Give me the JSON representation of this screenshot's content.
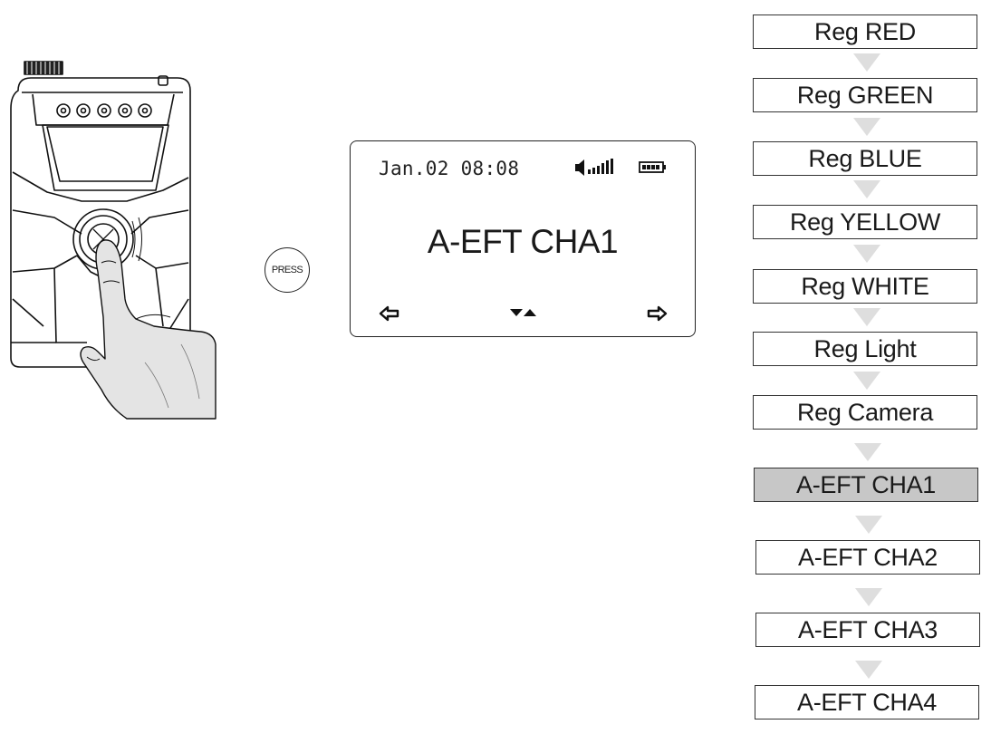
{
  "press_label": "PRESS",
  "lcd": {
    "clock": "Jan.02 08:08",
    "channel": "A-EFT CHA1",
    "icons": [
      "speaker-volume-icon",
      "battery-icon",
      "left-arrow-icon",
      "down-up-arrows-icon",
      "right-arrow-icon"
    ]
  },
  "menu": {
    "items": [
      {
        "label": "Reg RED"
      },
      {
        "label": "Reg GREEN"
      },
      {
        "label": "Reg BLUE"
      },
      {
        "label": "Reg YELLOW"
      },
      {
        "label": "Reg WHITE"
      },
      {
        "label": "Reg Light"
      },
      {
        "label": "Reg Camera"
      },
      {
        "label": "A-EFT CHA1",
        "active": true
      },
      {
        "label": "A-EFT CHA2"
      },
      {
        "label": "A-EFT CHA3"
      },
      {
        "label": "A-EFT CHA4"
      }
    ],
    "active_color": "#c7c7c7",
    "arrow_color": "#dedede"
  }
}
